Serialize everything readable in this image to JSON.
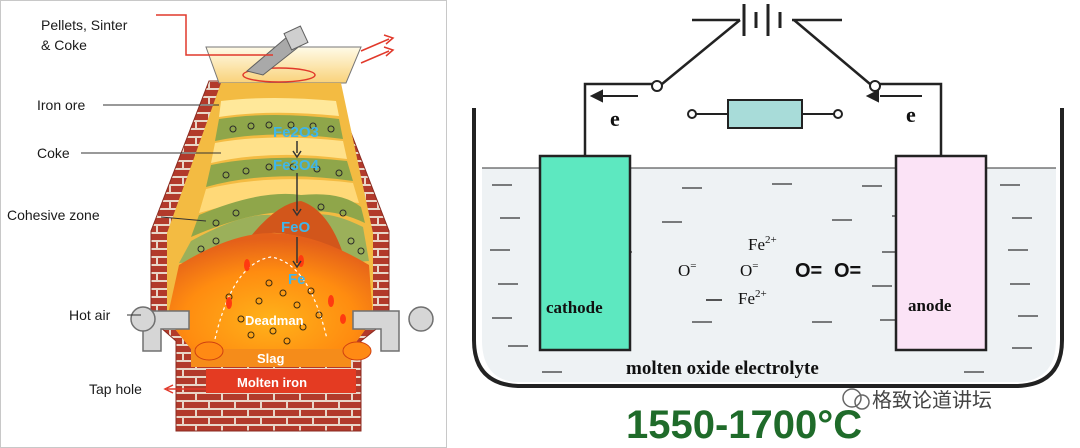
{
  "blast_furnace": {
    "labels": {
      "feed": "Pellets, Sinter",
      "feed2": "& Coke",
      "iron_ore": "Iron ore",
      "coke": "Coke",
      "cohesive_zone": "Cohesive zone",
      "hot_air": "Hot air",
      "tap_hole": "Tap hole"
    },
    "chemistry": {
      "fe2o3": "Fe2O3",
      "fe3o4": "Fe3O4",
      "feo": "FeO",
      "fe": "Fe"
    },
    "zones": {
      "deadman": "Deadman",
      "slag": "Slag",
      "molten_iron": "Molten iron"
    }
  },
  "electrolysis": {
    "electron_left": "e",
    "electron_right": "e",
    "cathode": "cathode",
    "anode": "anode",
    "fe_top": "Fe",
    "fe_top_sup": "2+",
    "fe_bottom": "Fe",
    "fe_bottom_sup": "2+",
    "oxide_1": "O",
    "oxide_2": "O",
    "oxide_sup": "=",
    "o_eq_1": "O=",
    "o_eq_2": "O=",
    "electrolyte": "molten oxide electrolyte",
    "temperature": "1550-1700°C",
    "watermark": "格致论道讲坛"
  },
  "colors": {
    "brick": "#b23a2b",
    "mortar": "#e8d6c8",
    "cathode": "#5de8c0",
    "anode": "#fbe3f6",
    "resistor": "#a8dcd9",
    "temperature": "#1f6b2a",
    "chem_text": "#3fb6ea"
  }
}
